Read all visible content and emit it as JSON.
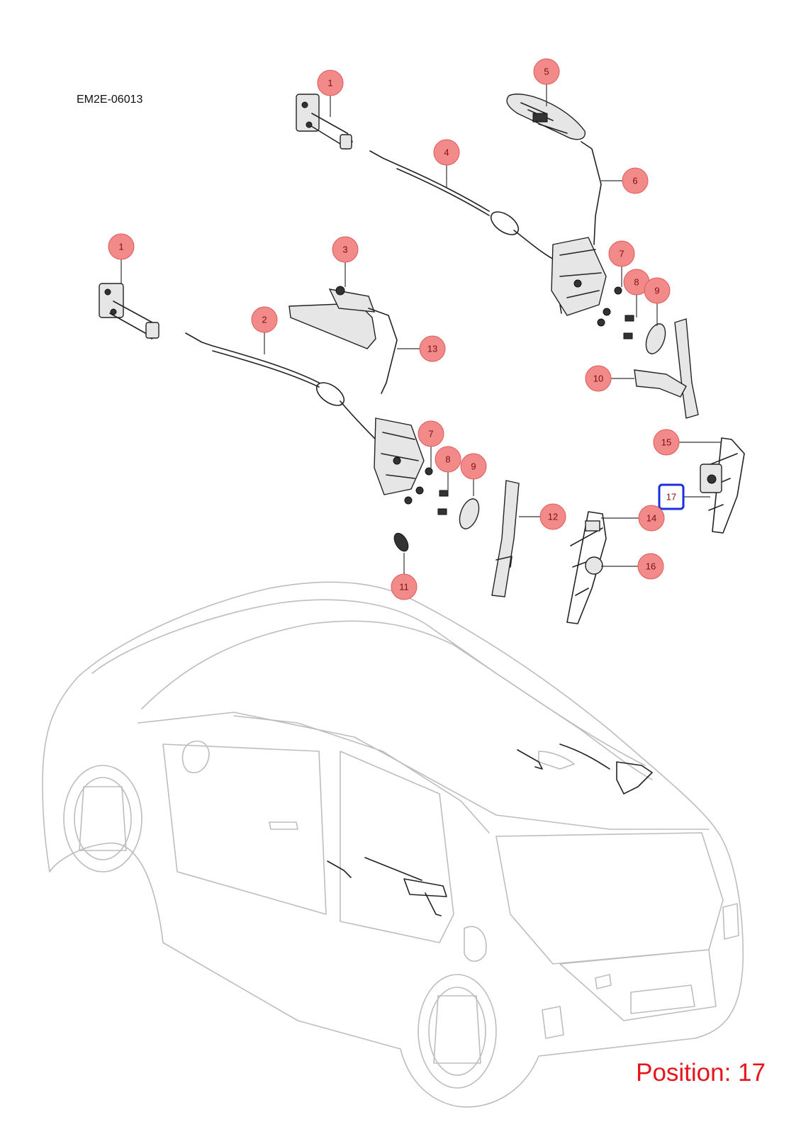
{
  "document_code": "EM2E-06013",
  "position_label": "Position: 17",
  "colors": {
    "callout_fill": "#f28a8a",
    "callout_stroke": "#e05a5a",
    "highlight_stroke": "#1a2fe0",
    "position_text": "#e8141c"
  },
  "highlighted": "17",
  "callouts": [
    {
      "id": "c1a",
      "number": "1"
    },
    {
      "id": "c5",
      "number": "5"
    },
    {
      "id": "c4",
      "number": "4"
    },
    {
      "id": "c6",
      "number": "6"
    },
    {
      "id": "c1b",
      "number": "1"
    },
    {
      "id": "c3",
      "number": "3"
    },
    {
      "id": "c7a",
      "number": "7"
    },
    {
      "id": "c8a",
      "number": "8"
    },
    {
      "id": "c9a",
      "number": "9"
    },
    {
      "id": "c2",
      "number": "2"
    },
    {
      "id": "c13",
      "number": "13"
    },
    {
      "id": "c10",
      "number": "10"
    },
    {
      "id": "c15",
      "number": "15"
    },
    {
      "id": "c7b",
      "number": "7"
    },
    {
      "id": "c8b",
      "number": "8"
    },
    {
      "id": "c9b",
      "number": "9"
    },
    {
      "id": "c17",
      "number": "17"
    },
    {
      "id": "c12",
      "number": "12"
    },
    {
      "id": "c14",
      "number": "14"
    },
    {
      "id": "c16",
      "number": "16"
    },
    {
      "id": "c11",
      "number": "11"
    }
  ]
}
